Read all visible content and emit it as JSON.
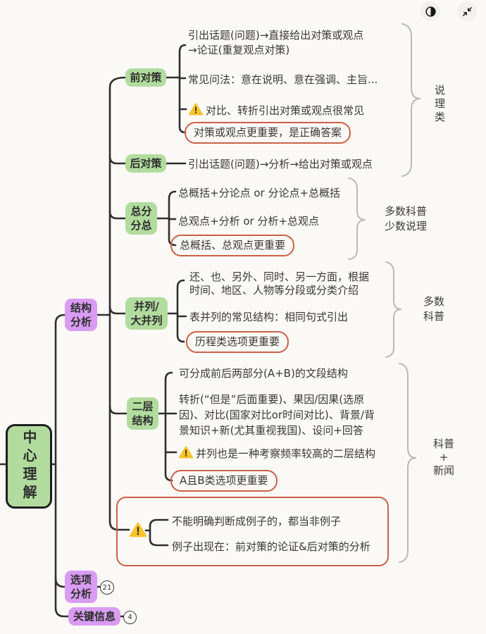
{
  "root": {
    "label": "中心理解"
  },
  "branches": {
    "structure": {
      "label": "结构\n分析"
    },
    "options": {
      "label": "选项\n分析",
      "badge": "21"
    },
    "keyinfo": {
      "label": "关键信息",
      "badge": "4"
    }
  },
  "front_strategy": {
    "label": "前对策",
    "flow": "引出话题(问题)→直接给出对策或观点\n→论证(重复观点对策)",
    "question_forms": "常见问法：意在说明、意在强调、主旨...",
    "warning": "对比、转折引出对策或观点很常见",
    "highlight": "对策或观点更重要，是正确答案"
  },
  "after_strategy": {
    "label": "后对策",
    "flow": "引出话题(问题)→分析→给出对策或观点"
  },
  "zong_fen": {
    "label": "总分\n分总",
    "pattern1": "总概括+分论点 or 分论点+总概括",
    "pattern2": "总观点+分析 or 分析+总观点",
    "highlight": "总概括、总观点更重要"
  },
  "bing_lie": {
    "label": "并列/\n大并列",
    "signals": "还、也、另外、同时、另一方面，根据\n时间、地区、人物等分段或分类介绍",
    "structure": "表并列的常见结构：相同句式引出",
    "highlight": "历程类选项更重要"
  },
  "two_layer": {
    "label": "二层\n结构",
    "desc": "可分成前后两部分(A+B)的文段结构",
    "types": "转折(“但是”后面重要)、果因/因果(选原\n因)、对比(国家对比or时间对比)、背景/背\n景知识+新(尤其重视我国)、设问+回答",
    "warning": "并列也是一种考察频率较高的二层结构",
    "highlight": "A且B类选项更重要"
  },
  "example_note": {
    "rule1": "不能明确判断成例子的，都当非例子",
    "rule2": "例子出现在：前对策的论证&后对策的分析"
  },
  "side_labels": {
    "front": "说理类",
    "zongfen": "多数科普\n少数说理",
    "binglie": "多数\n科普",
    "twolayer": "科普\n+\n新闻"
  },
  "colors": {
    "green_node": "#B2DC9E",
    "purple_node": "#D99CF2",
    "highlight_border": "#CB6047",
    "connector": "#2E2E2E",
    "brace": "#BAB9B6",
    "warning_yellow": "#F5C42E",
    "background": "#FAF9F5"
  }
}
